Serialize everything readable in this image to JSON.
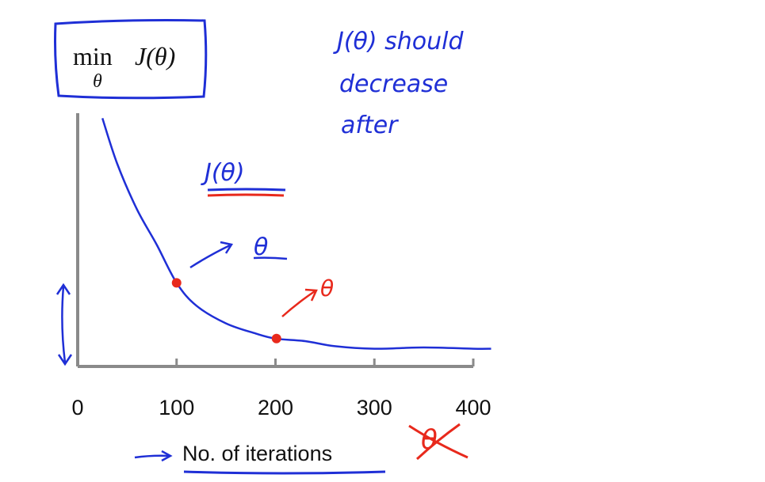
{
  "chart_data": {
    "type": "line",
    "title": "",
    "xlabel": "No. of iterations",
    "ylabel": "",
    "x_ticks": [
      "0",
      "100",
      "200",
      "300",
      "400"
    ],
    "xlim": [
      0,
      400
    ],
    "ylim": [
      0,
      1
    ],
    "grid": false,
    "series": [
      {
        "color": "#1f2fd6",
        "x": [
          25,
          40,
          60,
          80,
          100,
          120,
          150,
          180,
          200,
          230,
          260,
          300,
          350,
          400,
          418
        ],
        "y": [
          0.98,
          0.8,
          0.62,
          0.48,
          0.33,
          0.24,
          0.17,
          0.13,
          0.11,
          0.1,
          0.08,
          0.07,
          0.075,
          0.07,
          0.07
        ]
      }
    ],
    "markers": [
      {
        "x": 100,
        "y": 0.33,
        "color": "#e8291c"
      },
      {
        "x": 201,
        "y": 0.11,
        "color": "#e8291c"
      }
    ]
  },
  "formula": {
    "op": "min",
    "sub": "θ",
    "func": "J(θ)"
  },
  "annotations": {
    "note_line1": "J(θ) should",
    "note_line2": "decrease",
    "note_line3": "after",
    "curve_label": "J(θ)",
    "theta_blue": "θ",
    "theta_red": "θ",
    "crossed_theta": "θ"
  },
  "colors": {
    "ink_blue": "#1f2fd6",
    "ink_red": "#e8291c",
    "axis_gray": "#8a8a8a",
    "text": "#111111"
  }
}
